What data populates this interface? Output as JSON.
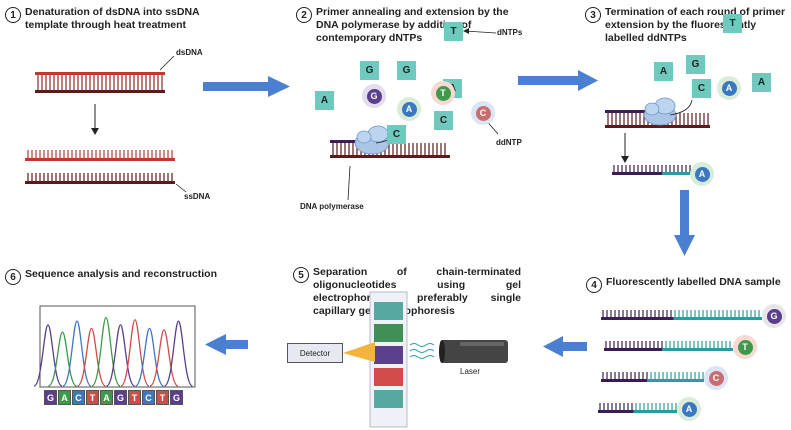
{
  "colors": {
    "arrow_blue": "#4a7fd1",
    "strand_red": "#c0392b",
    "strand_dark": "#5a1b1b",
    "primer_purple": "#3b1d55",
    "strand_teal": "#2b9aa3",
    "nucleotide_teal": "#6fc9bf",
    "dd_A": "#3a78c2",
    "dd_T": "#3e9a4a",
    "dd_C": "#c86e6e",
    "dd_G": "#5b3e8c"
  },
  "steps": [
    {
      "num": "1",
      "title": "Denaturation of dsDNA into ssDNA template through heat treatment"
    },
    {
      "num": "2",
      "title": "Primer annealing and extension by the DNA polymerase by addition of contemporary dNTPs"
    },
    {
      "num": "3",
      "title": "Termination of each round of primer extension by the fluorescently labelled ddNTPs"
    },
    {
      "num": "4",
      "title": "Fluorescently labelled DNA sample"
    },
    {
      "num": "5",
      "title": "Separation of chain-terminated oligonucleotides using gel electrophoresis, preferably single capillary gel electrophoresis"
    },
    {
      "num": "6",
      "title": "Sequence analysis and reconstruction"
    }
  ],
  "labels": {
    "dsDNA": "dsDNA",
    "ssDNA": "ssDNA",
    "dNTPs": "dNTPs",
    "ddNTP": "ddNTP",
    "polymerase": "DNA polymerase",
    "detector": "Detector",
    "laser": "Laser"
  },
  "step2_dntps": [
    "G",
    "G",
    "T",
    "A",
    "A",
    "C",
    "C"
  ],
  "step2_ddntps": [
    "G",
    "A",
    "T",
    "C"
  ],
  "step3_dntps": [
    "A",
    "G",
    "T",
    "C",
    "A"
  ],
  "step3_ddntp": "A",
  "step3_product_terminator": "A",
  "step4_terminators": [
    "G",
    "T",
    "C",
    "A"
  ],
  "gel_lanes": [
    "#57a99f",
    "#3f8f57",
    "#5b3e8c",
    "#d24b4b",
    "#57a99f"
  ],
  "sequence": [
    "G",
    "A",
    "C",
    "T",
    "A",
    "G",
    "T",
    "C",
    "T",
    "G"
  ]
}
